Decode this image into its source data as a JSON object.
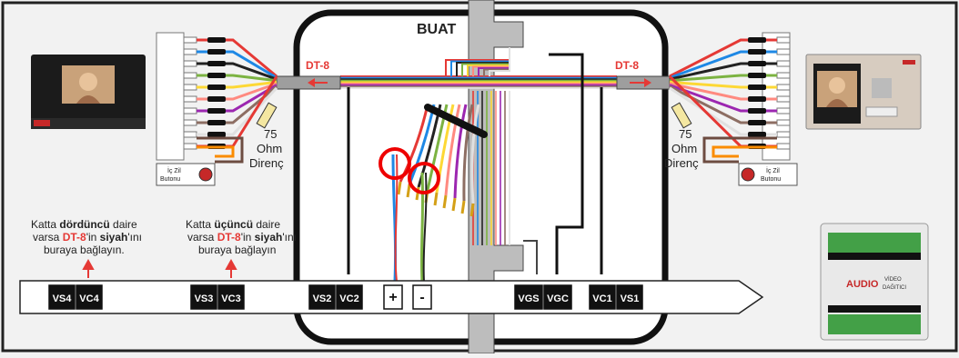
{
  "junction_box": {
    "title": "BUAT"
  },
  "converters": {
    "left_label": "DT-8",
    "right_label": "DT-8"
  },
  "resistors": {
    "left": {
      "value": "75",
      "unit": "Ohm",
      "type": "Direnç"
    },
    "right": {
      "value": "75",
      "unit": "Ohm",
      "type": "Direnç"
    }
  },
  "buttons": {
    "left": {
      "line1": "İç Zil",
      "line2": "Butonu"
    },
    "right": {
      "line1": "İç Zil",
      "line2": "Butonu"
    }
  },
  "notes": {
    "floor4": {
      "l1a": "Katta ",
      "l1b": "dördüncü",
      "l1c": " daire",
      "l2a": "varsa ",
      "l2b": "DT-8",
      "l2c": "'in ",
      "l2d": "siyah",
      "l2e": "'ını",
      "l3": "buraya bağlayın."
    },
    "floor3": {
      "l1a": "Katta ",
      "l1b": "üçüncü",
      "l1c": " daire",
      "l2a": "varsa ",
      "l2b": "DT-8",
      "l2c": "'in ",
      "l2d": "siyah",
      "l2e": "'ını",
      "l3": "buraya bağlayın"
    }
  },
  "terminals": {
    "vs4": "VS4",
    "vc4": "VC4",
    "vs3": "VS3",
    "vc3": "VC3",
    "vs2": "VS2",
    "vc2": "VC2",
    "plus": "+",
    "minus": "-",
    "vgs": "VGS",
    "vgc": "VGC",
    "vc1": "VC1",
    "vs1": "VS1"
  },
  "distributor": {
    "brand": "AUDIO",
    "line1": "VİDEO",
    "line2": "DAĞITICI"
  },
  "wire_colors": [
    "#e53935",
    "#1e88e5",
    "#222222",
    "#7cb342",
    "#fdd835",
    "#ff8a80",
    "#9c27b0",
    "#8d6e63",
    "#e0e0e0"
  ],
  "colors": {
    "accent": "#e53935",
    "box_border": "#111111",
    "terminal_bg": "#111111"
  }
}
